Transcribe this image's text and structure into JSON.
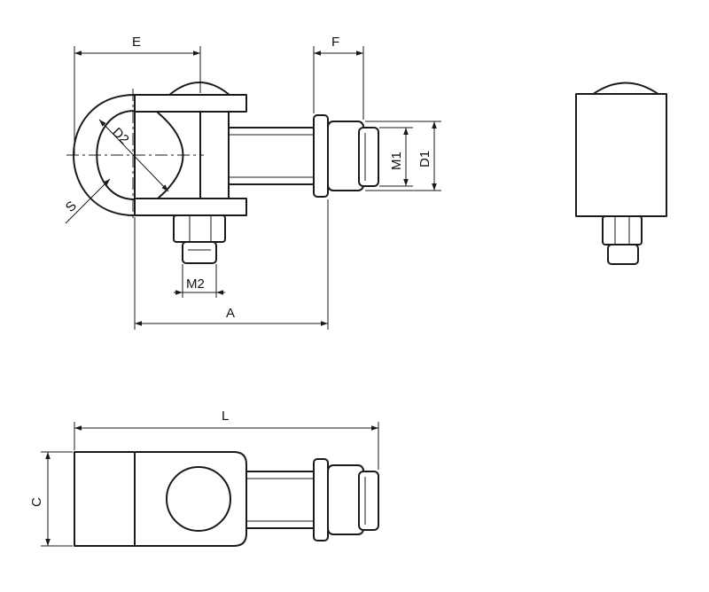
{
  "diagram": {
    "dimension_labels": {
      "E": "E",
      "F": "F",
      "D2": "D2",
      "S": "S",
      "M1": "M1",
      "D1": "D1",
      "M2": "M2",
      "A": "A",
      "L": "L",
      "C": "C"
    },
    "colors": {
      "line": "#1a1a1a",
      "background": "#ffffff"
    }
  }
}
